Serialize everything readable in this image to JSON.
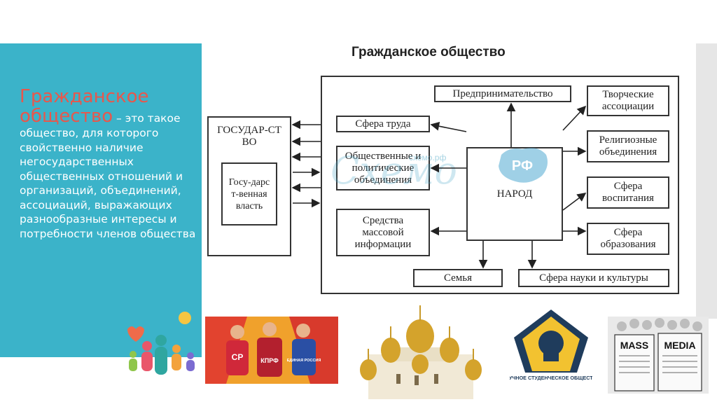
{
  "sidebar": {
    "term": "Гражданское общество",
    "definition": " – это такое общество, для которого свойственно наличие негосударственных общественных отношений и организаций, объединений, ассоциаций, выражающих разнообразные интересы и потребности членов общества"
  },
  "diagram": {
    "title": "Гражданское общество",
    "state_box": "ГОСУДАР-СТВО",
    "state_power": "Госу-дарст-венная власть",
    "center": "НАРОД",
    "left_boxes": [
      "Сфера труда",
      "Общественные и политические объединения",
      "Средства массовой информации"
    ],
    "top_box": "Предпринимательство",
    "right_boxes": [
      "Творческие ассоциации",
      "Религиозные объединения",
      "Сфера воспитания",
      "Сфера образования"
    ],
    "bottom_boxes": [
      "Семья",
      "Сфера науки и культуры"
    ]
  },
  "watermark": {
    "text": "Схемо",
    "url": "схемо.рф",
    "badge": "РФ"
  },
  "images": {
    "society_logo_text": "НАУЧНОЕ СТУДЕНЧЕСКОЕ ОБЩЕСТВО",
    "mass_media_words": [
      "MASS",
      "MEDIA"
    ],
    "party_flags": [
      "СР",
      "КПРФ",
      "ЕДИНАЯ РОССИЯ"
    ]
  },
  "colors": {
    "panel": "#3bb3c9",
    "term": "#e8574c",
    "watermark": "#50aac8"
  }
}
